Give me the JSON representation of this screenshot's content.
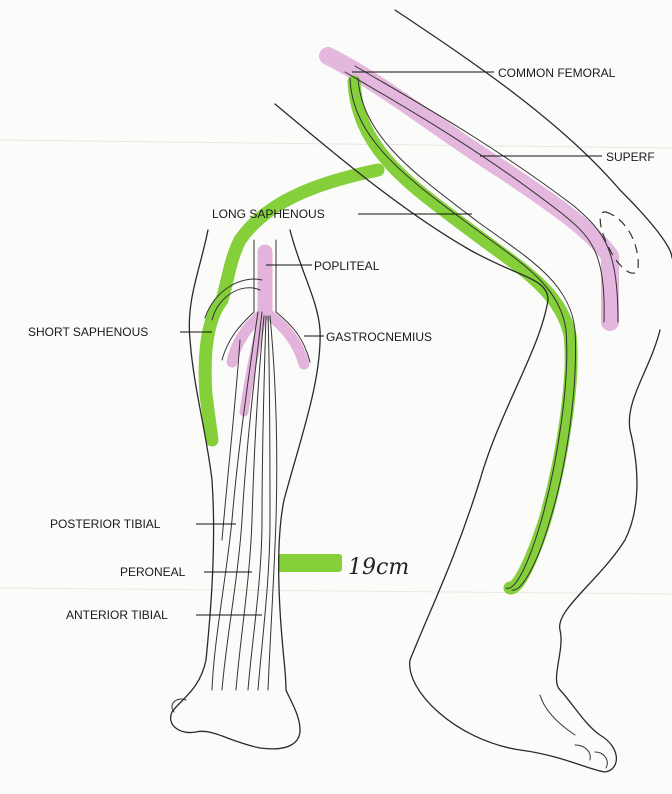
{
  "labels": {
    "common_femoral": "COMMON FEMORAL",
    "superficial_femoral": "SUPERF",
    "long_saphenous": "LONG SAPHENOUS",
    "popliteal": "POPLITEAL",
    "short_saphenous": "SHORT SAPHENOUS",
    "gastrocnemius": "GASTROCNEMIUS",
    "posterior_tibial": "POSTERIOR TIBIAL",
    "peroneal": "PERONEAL",
    "anterior_tibial": "ANTERIOR TIBIAL"
  },
  "annotation": {
    "measurement": "19cm"
  },
  "colors": {
    "deep_vein_highlight": "#e3b3dc",
    "superficial_vein_highlight": "#84cf3a",
    "outline": "#2a2a2a",
    "paper": "#fbfbf9"
  }
}
